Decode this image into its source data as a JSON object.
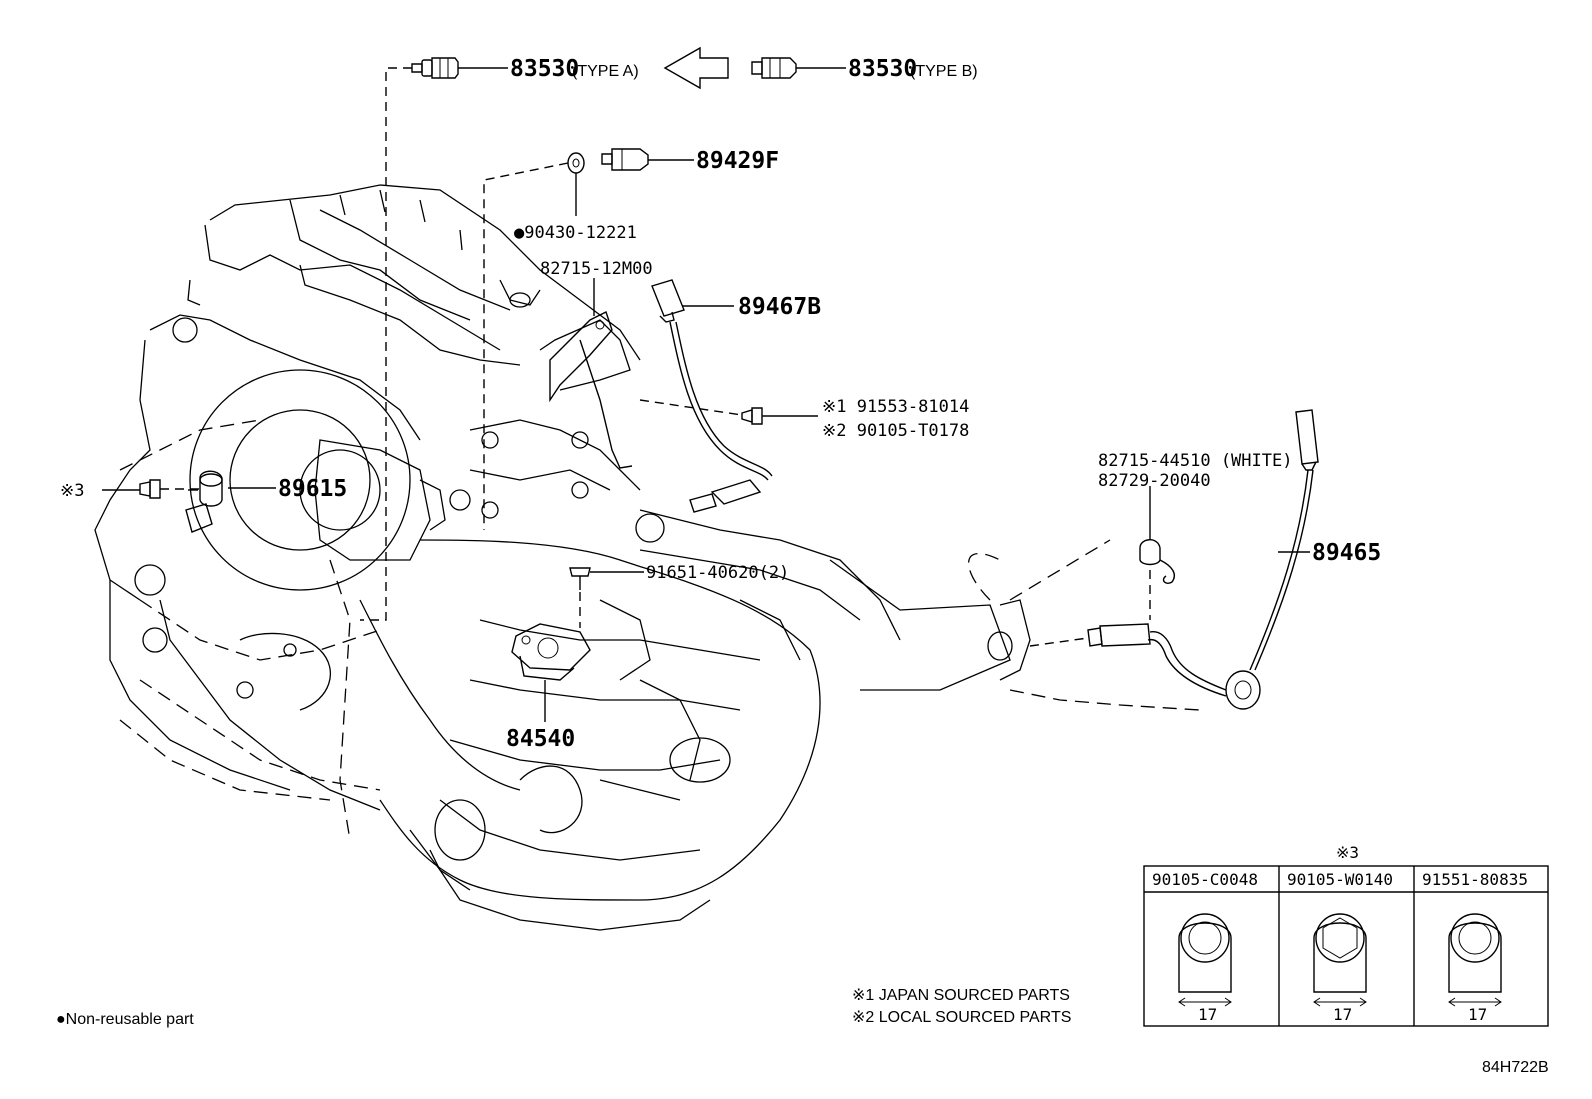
{
  "callouts": {
    "p83530a": "83530",
    "type_a": "(TYPE A)",
    "p83530b": "83530",
    "type_b": "(TYPE B)",
    "p89429f": "89429F",
    "p90430": "●90430-12221",
    "p82715_12m": "82715-12M00",
    "p89467b": "89467B",
    "p91553": "※1 91553-81014",
    "p90105_t": "※2 90105-T0178",
    "p82715_44": "82715-44510 (WHITE)",
    "p82729": "82729-20040",
    "p89465": "89465",
    "p89615": "89615",
    "star3": "※3",
    "p91651": "91651-40620(2)",
    "p84540": "84540"
  },
  "notes": {
    "japan": "※1 JAPAN SOURCED PARTS",
    "local": "※2 LOCAL SOURCED PARTS",
    "nonreusable": "●Non-reusable part",
    "diagram_code": "84H722B"
  },
  "bolt_table": {
    "title": "※3",
    "columns": [
      {
        "part": "90105-C0048",
        "size": "17",
        "head": "round"
      },
      {
        "part": "90105-W0140",
        "size": "17",
        "head": "hex"
      },
      {
        "part": "91551-80835",
        "size": "17",
        "head": "round"
      }
    ]
  }
}
